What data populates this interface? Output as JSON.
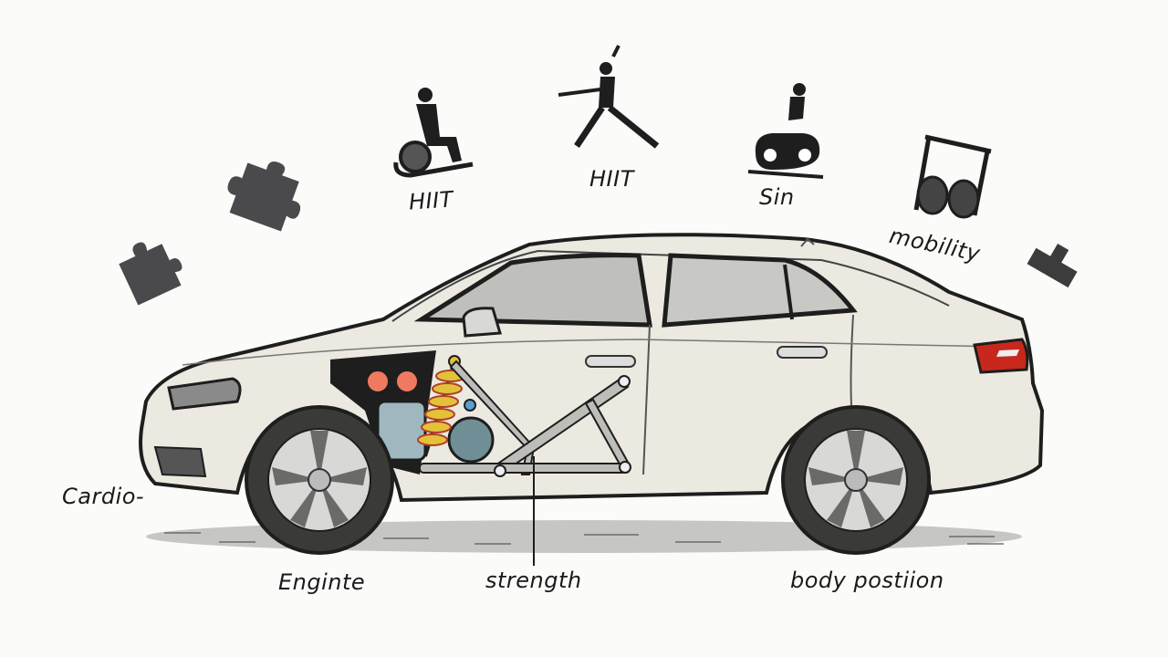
{
  "illustration": {
    "subject": "sedan car cutaway with fitness concept labels",
    "colors": {
      "background": "#fbfbf9",
      "car_body": "#ece9e0",
      "outline": "#1e1e1e",
      "tyre": "#3a3a38",
      "rim": "#d8d8d6",
      "tail_light": "#c8281c",
      "spring": "#e3c23a",
      "spring_accent": "#d84a2a",
      "engine_tank": "#9fb8c0",
      "engine_light": "#f07a60",
      "frame": "#bdbdb9",
      "puzzle": "#4a4a4c",
      "ground": "#8a8a86"
    }
  },
  "top_icons": [
    {
      "icon": "wheelchair-athlete-icon",
      "label": "HIIT"
    },
    {
      "icon": "yoga-lunge-icon",
      "label": "HIIT"
    },
    {
      "icon": "spin-bike-icon",
      "label": "Sin"
    },
    {
      "icon": "kettlebell-rack-icon",
      "label": "mobility"
    }
  ],
  "decorations": [
    {
      "icon": "puzzle-piece-icon"
    },
    {
      "icon": "puzzle-piece-icon"
    },
    {
      "icon": "block-piece-icon"
    }
  ],
  "callouts": {
    "cardio": "Cardio-",
    "engine": "Enginte",
    "strength": "strength",
    "body_position": "body postiion"
  }
}
